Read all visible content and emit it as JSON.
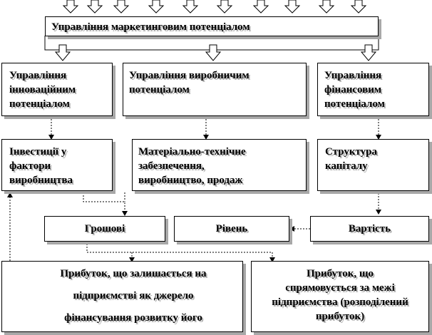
{
  "top_box": {
    "label": "Управління маркетинговим потенціалом"
  },
  "row1": {
    "innovation": [
      "Управління",
      "інноваційним",
      "потенціалом"
    ],
    "production": [
      "Управління виробничим",
      "потенціалом"
    ],
    "financial": [
      "Управління",
      "фінансовим",
      "потенціалом"
    ]
  },
  "row2": {
    "investments": [
      "Інвестиції у",
      "фактори",
      "виробництва"
    ],
    "supply": [
      "Матеріально-технічне",
      "забезпечення,",
      "виробництво, продаж"
    ],
    "structure": [
      "Структура",
      "капіталу"
    ]
  },
  "row3": {
    "money": "Грошові",
    "level": "Рівень",
    "cost": "Вартість"
  },
  "row4": {
    "retained": [
      "Прибуток, що залишається на",
      "підприємстві як джерело",
      "фінансування  розвитку його"
    ],
    "distributed": [
      "Прибуток, що",
      "спрямовується за межі",
      "підприємства  (розподілений",
      "прибуток)"
    ]
  },
  "colors": {
    "line": "#000000",
    "shadow": "#a8a8a8",
    "arrow_fill": "#ffffff"
  }
}
